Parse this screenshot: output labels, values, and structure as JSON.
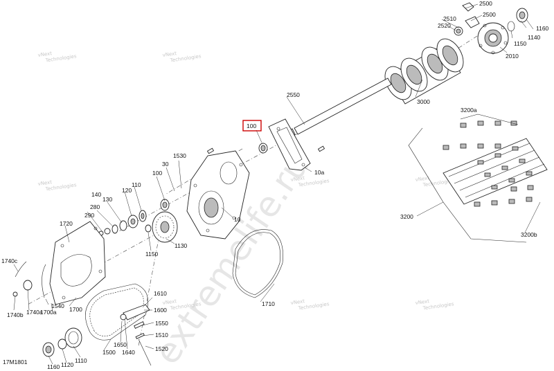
{
  "diagram_code": "17M1801",
  "watermark_url": "extremelife.ru",
  "watermark_vnext": [
    "vNext",
    "Technologies"
  ],
  "highlighted_part": "100",
  "callouts": {
    "c2500a": "2500",
    "c2500b": "2500",
    "c2510": "2510",
    "c2520": "2520",
    "c1140": "1140",
    "c1160a": "1160",
    "c1150a": "1150",
    "c2010": "2010",
    "c3000": "3000",
    "c2550": "2550",
    "c3200a": "3200a",
    "c3200": "3200",
    "c3200b": "3200b",
    "c100": "100",
    "c10a": "10a",
    "c10": "10",
    "c1530": "1530",
    "c30": "30",
    "c100b": "100",
    "c110": "110",
    "c120": "120",
    "c130": "130",
    "c140": "140",
    "c280": "280",
    "c290": "290",
    "c1720": "1720",
    "c1130": "1130",
    "c1150b": "1150",
    "c1710": "1710",
    "c1740c": "1740c",
    "c1740a": "1740a",
    "c1740b": "1740b",
    "c1540": "1540",
    "c1700a": "1700a",
    "c1700": "1700",
    "c1610": "1610",
    "c1600": "1600",
    "c1550": "1550",
    "c1510": "1510",
    "c1520": "1520",
    "c1650": "1650",
    "c1640": "1640",
    "c1500": "1500",
    "c1110": "1110",
    "c1120": "1120",
    "c1160b": "1160"
  }
}
